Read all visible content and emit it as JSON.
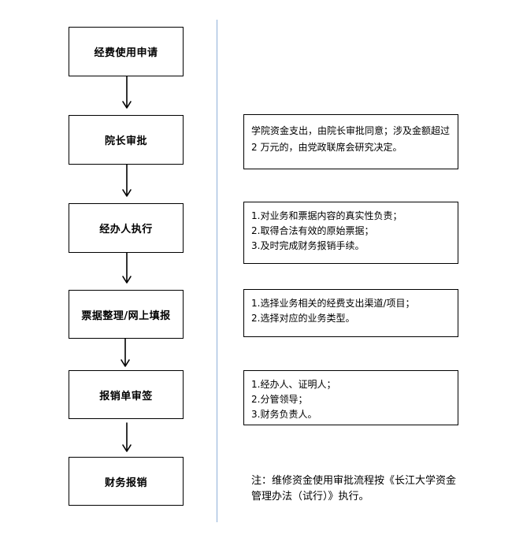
{
  "flow": {
    "steps": [
      "经费使用申请",
      "院长审批",
      "经办人执行",
      "票据整理/网上填报",
      "报销单审签",
      "财务报销"
    ]
  },
  "notes": {
    "approval": "学院资金支出，由院长审批同意；涉及金额超过 2 万元的，由党政联席会研究决定。",
    "executor": [
      "1.对业务和票据内容的真实性负责；",
      "2.取得合法有效的原始票据；",
      "3.及时完成财务报销手续。"
    ],
    "filing": [
      "1.选择业务相关的经费支出渠道/项目；",
      "2.选择对应的业务类型。"
    ],
    "signoff": [
      "1.经办人、证明人；",
      "2.分管领导；",
      "3.财务负责人。"
    ],
    "footnote": "注：维修资金使用审批流程按《长江大学资金管理办法（试行）》执行。"
  },
  "colors": {
    "divider": "#8fb0d8",
    "border": "#000000",
    "text": "#000000"
  }
}
